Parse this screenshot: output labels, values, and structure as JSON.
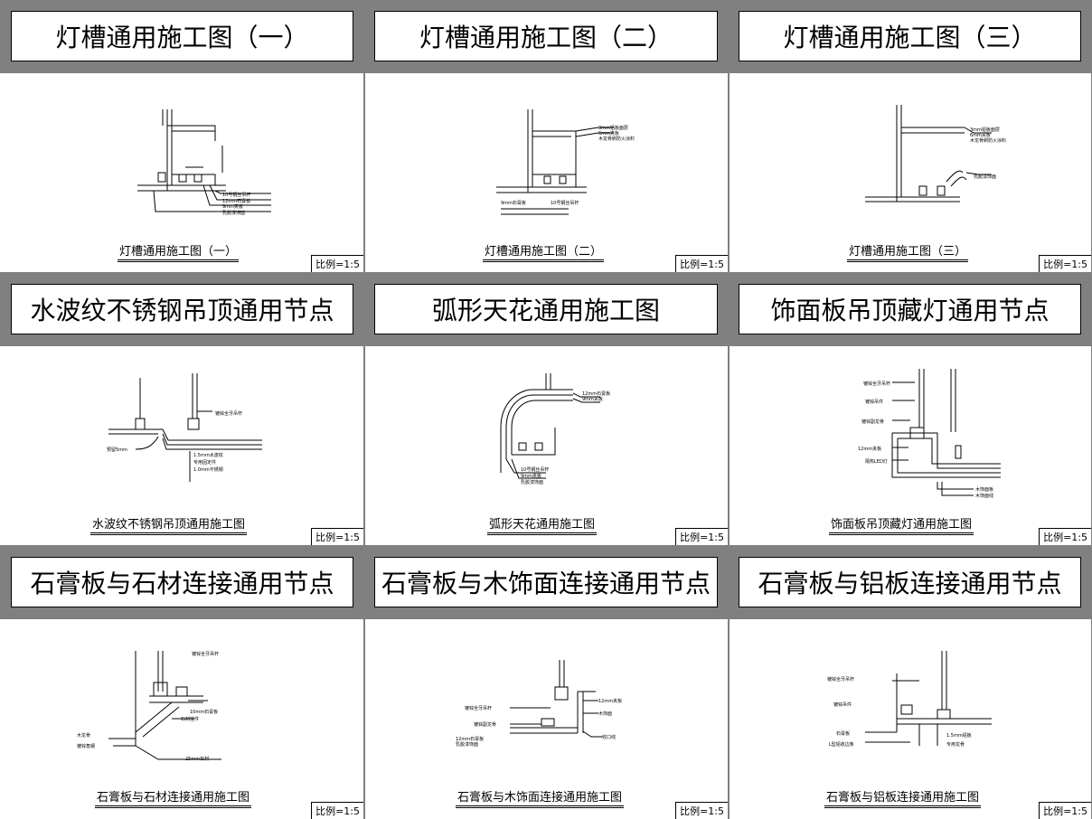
{
  "panels": [
    {
      "title": "灯槽通用施工图（一）",
      "caption": "灯槽通用施工图（一）",
      "scale": "比例=1:5",
      "drawing": "light-trough-1"
    },
    {
      "title": "灯槽通用施工图（二）",
      "caption": "灯槽通用施工图（二）",
      "scale": "比例=1:5",
      "drawing": "light-trough-2"
    },
    {
      "title": "灯槽通用施工图（三）",
      "caption": "灯槽通用施工图（三）",
      "scale": "比例=1:5",
      "drawing": "light-trough-3"
    },
    {
      "title": "水波纹不锈钢吊顶通用节点",
      "caption": "水波纹不锈钢吊顶通用施工图",
      "scale": "比例=1:5",
      "drawing": "water-ripple"
    },
    {
      "title": "弧形天花通用施工图",
      "caption": "弧形天花通用施工图",
      "scale": "比例=1:5",
      "drawing": "arc-ceiling"
    },
    {
      "title": "饰面板吊顶藏灯通用节点",
      "caption": "饰面板吊顶藏灯通用施工图",
      "scale": "比例=1:5",
      "drawing": "panel-hidden-light"
    },
    {
      "title": "石膏板与石材连接通用节点",
      "caption": "石膏板与石材连接通用施工图",
      "scale": "比例=1:5",
      "drawing": "gypsum-stone"
    },
    {
      "title": "石膏板与木饰面连接通用节点",
      "caption": "石膏板与木饰面连接通用施工图",
      "scale": "比例=1:5",
      "drawing": "gypsum-wood"
    },
    {
      "title": "石膏板与铝板连接通用节点",
      "caption": "石膏板与铝板连接通用施工图",
      "scale": "比例=1:5",
      "drawing": "gypsum-aluminum"
    }
  ]
}
